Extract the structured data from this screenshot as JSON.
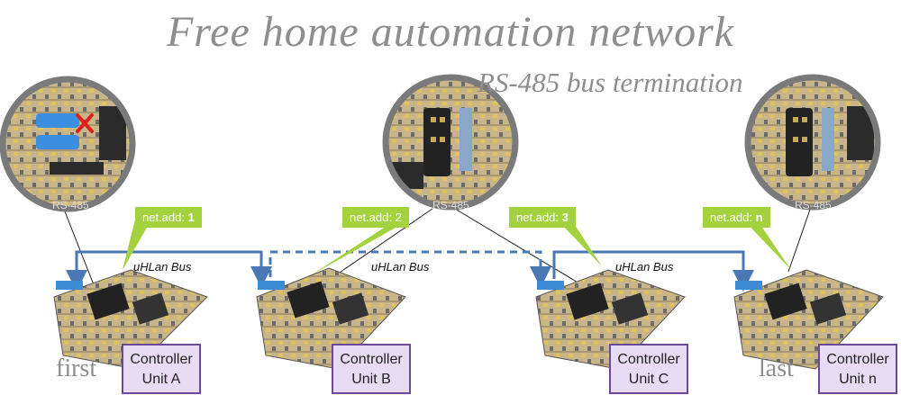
{
  "title": "Free home automation network",
  "subtitle": "RS-485 bus termination",
  "loupe_label": "RS-485",
  "bus_label": "uHLan Bus",
  "net_prefix": "net.add:",
  "units": [
    {
      "id": "a",
      "net_num": "1",
      "name_line1": "Controller",
      "name_line2": "Unit A",
      "position_word": "first",
      "terminated": true
    },
    {
      "id": "b",
      "net_num": "2",
      "name_line1": "Controller",
      "name_line2": "Unit B",
      "position_word": "",
      "terminated": false
    },
    {
      "id": "c",
      "net_num": "3",
      "name_line1": "Controller",
      "name_line2": "Unit C",
      "position_word": "",
      "terminated": false
    },
    {
      "id": "n",
      "net_num": "n",
      "name_line1": "Controller",
      "name_line2": "Unit n",
      "position_word": "last",
      "terminated": true
    }
  ],
  "colors": {
    "bus": "#4a78b5",
    "tag": "#a4d13e",
    "unit_fill": "#e8dcf5",
    "unit_border": "#6a4a97",
    "removed_jumper_mark": "#e02020"
  }
}
